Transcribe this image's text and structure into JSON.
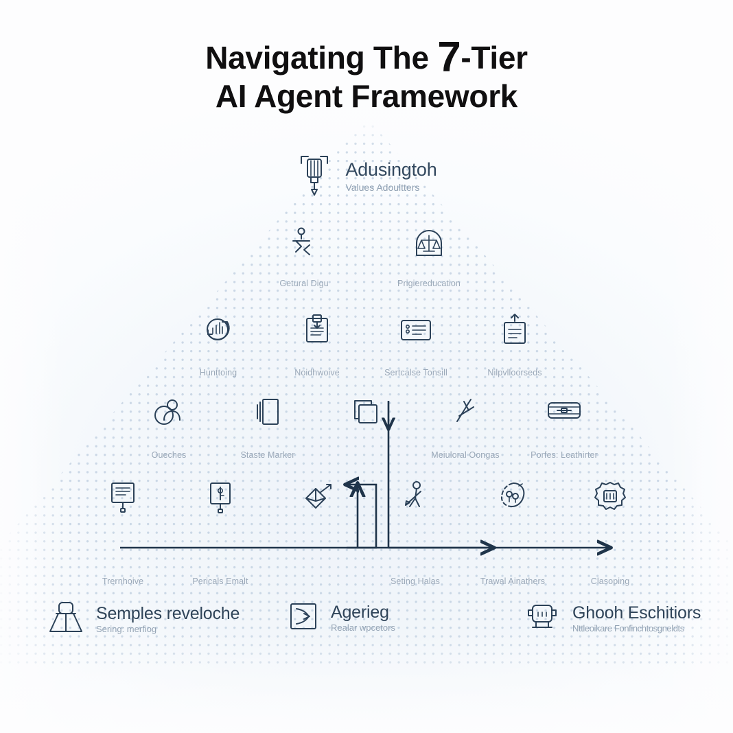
{
  "header": {
    "title_line1_prefix": "Navigating The ",
    "title_big": "7",
    "title_line1_suffix": "-Tier",
    "title_line2": "AI Agent Framework"
  },
  "apex": {
    "icon": "drill-tool-icon",
    "title": "Adusingtoh",
    "subtitle": "Values Adoultters"
  },
  "tier2": {
    "items": [
      {
        "icon": "branching-path-icon",
        "label": "Getural Digu"
      },
      {
        "icon": "balance-scale-arch-icon",
        "label": "Prigiereducation"
      }
    ]
  },
  "tier3": {
    "items": [
      {
        "icon": "growth-chart-circle-icon",
        "label": "Hunttoing"
      },
      {
        "icon": "clipboard-download-icon",
        "label": "Noidhwoive"
      },
      {
        "icon": "id-card-list-icon",
        "label": "Sertcalse Tonsill"
      },
      {
        "icon": "document-upload-icon",
        "label": "Nilpvlloorseds"
      }
    ]
  },
  "tier4": {
    "items": [
      {
        "icon": "user-profile-circle-icon",
        "label": "Oueches"
      },
      {
        "icon": "page-stack-icon",
        "label": "Staste Marker"
      },
      {
        "icon": "copy-layers-icon",
        "label": ""
      },
      {
        "icon": "lightning-slash-icon",
        "label": "Meiuloral Oongas"
      },
      {
        "icon": "capsule-box-icon",
        "label": "Porfes: Leathirter"
      }
    ]
  },
  "tier5": {
    "items": [
      {
        "icon": "presentation-board-icon",
        "label": "Trernhoive"
      },
      {
        "icon": "signpost-board-icon",
        "label": "Pericals Emalt"
      },
      {
        "icon": "cube-arrow-icon",
        "label": ""
      },
      {
        "icon": "person-writing-icon",
        "label": "Seting Halas"
      },
      {
        "icon": "brain-network-icon",
        "label": "Trawal Ainathers"
      },
      {
        "icon": "gear-chip-icon",
        "label": "Clasoping"
      }
    ]
  },
  "bottom": {
    "items": [
      {
        "icon": "funnel-lamp-icon",
        "title": "Semples reveloche",
        "subtitle": "Sering: merfiog"
      },
      {
        "icon": "arrow-in-square-icon",
        "title": "Agerieg",
        "subtitle": "Realar wpcetors"
      },
      {
        "icon": "robot-head-icon",
        "title": "Ghooh Eschitiors",
        "subtitle": "Nttleoikare Fonfinchtosgneldts"
      }
    ]
  },
  "colors": {
    "ink": "#2b4158",
    "label_muted": "#9aa8b8",
    "background": "#fdfdfe",
    "dot_grid": "#c3d2e2",
    "title_ink": "#100f10"
  }
}
